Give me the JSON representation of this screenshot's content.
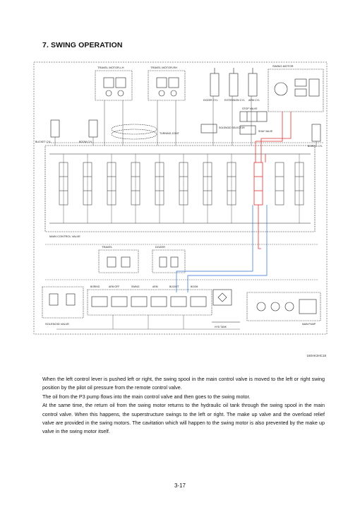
{
  "section_title": "7. SWING OPERATION",
  "figure_code": "160AK3HC18",
  "diagram_labels": {
    "travel_motor_lh": "TRAVEL MOTOR-LH",
    "travel_motor_rh": "TRAVEL MOTOR-RH",
    "swing_motor": "SWING MOTOR",
    "dozer_cyl": "DOZER CYL",
    "extension_cyl": "EXTENSION CYL",
    "arm_cyl": "ARM CYL",
    "stop_valve": "STOP VALVE",
    "solenoid_selector": "SOLENOID SELECTOR",
    "shay_valve": "SHAY VALVE",
    "turning_joint": "TURNING JOINT",
    "bucket_cyl": "BUCKET CYL",
    "boom_cyl": "BOOM CYL",
    "boring_cyl": "BORING CYL",
    "main_control_valve": "MAIN CONTROL VALVE",
    "travel": "TRAVEL",
    "dozer": "DOZER",
    "boring": "BORING",
    "arm_off": "ARM OFF",
    "swing": "SWING",
    "arm": "ARM",
    "bucket": "BUCKET",
    "boom": "BOOM",
    "solenoid_valve": "SOLENOID VALVE",
    "hyd_tank": "HYD TANK",
    "main_pump": "MAIN PUMP"
  },
  "paragraphs": [
    "When the left control lever is pushed left or right, the swing spool in the main control valve is moved to the left or right swing position by the pilot oil pressure from the remote control valve.",
    "The oil from the P3 pump flows into the main control valve and then goes to the swing motor.",
    "At the same time, the return oil from the swing motor returns to the hydraulic oil tank through the swing spool in the main control valve.  When this happens, the superstructure swings to the left or right.  The make up valve and the overload relief valve are provided in the swing motors.  The cavitation which will happen to the swing motor is also prevented by the make up valve in the swing motor itself."
  ],
  "page_number": "3-17",
  "colors": {
    "swing_circuit": "#e03030",
    "pilot_line": "#2a6fd6",
    "line": "#222222"
  }
}
